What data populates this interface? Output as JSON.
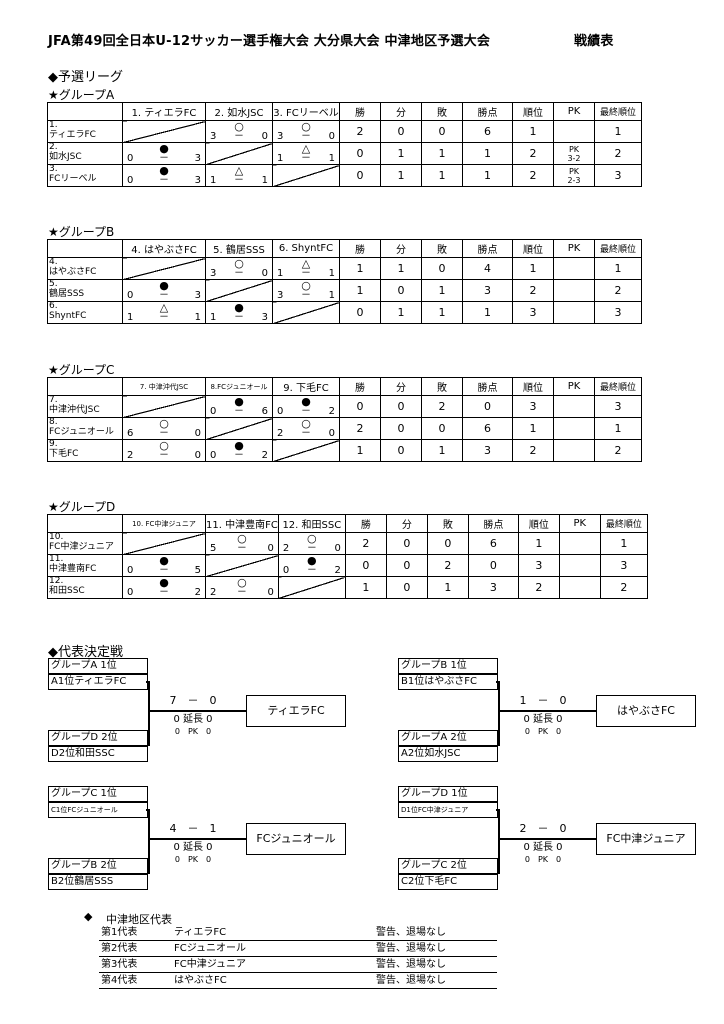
{
  "title": "JFA第49回全日本U-12サッカー選手権大会 大分県大会 中津地区予選大会",
  "title_right": "戦績表",
  "prelim_label": "◆予選リーグ",
  "headers": {
    "win": "勝",
    "draw": "分",
    "loss": "敗",
    "points": "勝点",
    "rank": "順位",
    "pk": "PK",
    "final": "最終順位"
  },
  "groups": [
    {
      "name": "★グループA",
      "cols": [
        "1. ティエラFC",
        "2. 如水JSC",
        "3. FCリーベル"
      ],
      "rows": [
        {
          "no": "1.",
          "team": "ティエラFC",
          "cells": [
            null,
            {
              "s": "○",
              "a": "3",
              "b": "0"
            },
            {
              "s": "○",
              "a": "3",
              "b": "0"
            }
          ],
          "stats": [
            "2",
            "0",
            "0",
            "6",
            "1",
            "",
            "1"
          ]
        },
        {
          "no": "2.",
          "team": "如水JSC",
          "cells": [
            {
              "s": "●",
              "a": "0",
              "b": "3"
            },
            null,
            {
              "s": "△",
              "a": "1",
              "b": "1"
            }
          ],
          "stats": [
            "0",
            "1",
            "1",
            "1",
            "2",
            "PK|3-2",
            "2"
          ]
        },
        {
          "no": "3.",
          "team": "FCリーベル",
          "cells": [
            {
              "s": "●",
              "a": "0",
              "b": "3"
            },
            {
              "s": "△",
              "a": "1",
              "b": "1"
            },
            null
          ],
          "stats": [
            "0",
            "1",
            "1",
            "1",
            "2",
            "PK|2-3",
            "3"
          ]
        }
      ]
    },
    {
      "name": "★グループB",
      "cols": [
        "4. はやぶさFC",
        "5. 鶴居SSS",
        "6. ShyntFC"
      ],
      "rows": [
        {
          "no": "4.",
          "team": "はやぶさFC",
          "cells": [
            null,
            {
              "s": "○",
              "a": "3",
              "b": "0"
            },
            {
              "s": "△",
              "a": "1",
              "b": "1"
            }
          ],
          "stats": [
            "1",
            "1",
            "0",
            "4",
            "1",
            "",
            "1"
          ]
        },
        {
          "no": "5.",
          "team": "鶴居SSS",
          "cells": [
            {
              "s": "●",
              "a": "0",
              "b": "3"
            },
            null,
            {
              "s": "○",
              "a": "3",
              "b": "1"
            }
          ],
          "stats": [
            "1",
            "0",
            "1",
            "3",
            "2",
            "",
            "2"
          ]
        },
        {
          "no": "6.",
          "team": "ShyntFC",
          "cells": [
            {
              "s": "△",
              "a": "1",
              "b": "1"
            },
            {
              "s": "●",
              "a": "1",
              "b": "3"
            },
            null
          ],
          "stats": [
            "0",
            "1",
            "1",
            "1",
            "3",
            "",
            "3"
          ]
        }
      ]
    },
    {
      "name": "★グループC",
      "cols": [
        "7. 中津沖代JSC",
        "8.FCジュニオール",
        "9. 下毛FC"
      ],
      "small": [
        true,
        true,
        false
      ],
      "rows": [
        {
          "no": "7.",
          "team": "中津沖代JSC",
          "cells": [
            null,
            {
              "s": "●",
              "a": "0",
              "b": "6"
            },
            {
              "s": "●",
              "a": "0",
              "b": "2"
            }
          ],
          "stats": [
            "0",
            "0",
            "2",
            "0",
            "3",
            "",
            "3"
          ]
        },
        {
          "no": "8.",
          "team": "FCジュニオール",
          "cells": [
            {
              "s": "○",
              "a": "6",
              "b": "0"
            },
            null,
            {
              "s": "○",
              "a": "2",
              "b": "0"
            }
          ],
          "stats": [
            "2",
            "0",
            "0",
            "6",
            "1",
            "",
            "1"
          ]
        },
        {
          "no": "9.",
          "team": "下毛FC",
          "cells": [
            {
              "s": "○",
              "a": "2",
              "b": "0"
            },
            {
              "s": "●",
              "a": "0",
              "b": "2"
            },
            null
          ],
          "stats": [
            "1",
            "0",
            "1",
            "3",
            "2",
            "",
            "2"
          ]
        }
      ]
    },
    {
      "name": "★グループD",
      "cols": [
        "10. FC中津ジュニア",
        "11. 中津豊南FC",
        "12. 和田SSC"
      ],
      "small": [
        true,
        false,
        false
      ],
      "rows": [
        {
          "no": "10.",
          "team": "FC中津ジュニア",
          "cells": [
            null,
            {
              "s": "○",
              "a": "5",
              "b": "0"
            },
            {
              "s": "○",
              "a": "2",
              "b": "0"
            }
          ],
          "stats": [
            "2",
            "0",
            "0",
            "6",
            "1",
            "",
            "1"
          ]
        },
        {
          "no": "11.",
          "team": "中津豊南FC",
          "cells": [
            {
              "s": "●",
              "a": "0",
              "b": "5"
            },
            null,
            {
              "s": "●",
              "a": "0",
              "b": "2"
            }
          ],
          "stats": [
            "0",
            "0",
            "2",
            "0",
            "3",
            "",
            "3"
          ]
        },
        {
          "no": "12.",
          "team": "和田SSC",
          "cells": [
            {
              "s": "●",
              "a": "0",
              "b": "2"
            },
            {
              "s": "○",
              "a": "2",
              "b": "0"
            },
            null
          ],
          "stats": [
            "1",
            "0",
            "1",
            "3",
            "2",
            "",
            "2"
          ]
        }
      ]
    }
  ],
  "playoff_label": "◆代表決定戦",
  "playoffs": [
    {
      "top_group": "グループA 1位",
      "top_team": "A1位ティエラFC",
      "bottom_group": "グループD 2位",
      "bottom_team": "D2位和田SSC",
      "score": "7　－　0",
      "extra": "0 延長 0",
      "pk": "0　PK　0",
      "winner": "ティエラFC"
    },
    {
      "top_group": "グループB 1位",
      "top_team": "B1位はやぶさFC",
      "bottom_group": "グループA 2位",
      "bottom_team": "A2位如水JSC",
      "score": "1　－　0",
      "extra": "0 延長 0",
      "pk": "0　PK　0",
      "winner": "はやぶさFC"
    },
    {
      "top_group": "グループC 1位",
      "top_team": "C1位FCジュニオール",
      "bottom_group": "グループB 2位",
      "bottom_team": "B2位鶴居SSS",
      "score": "4　－　1",
      "extra": "0 延長 0",
      "pk": "0　PK　0",
      "winner": "FCジュニオール"
    },
    {
      "top_group": "グループD 1位",
      "top_team": "D1位FC中津ジュニア",
      "bottom_group": "グループC 2位",
      "bottom_team": "C2位下毛FC",
      "score": "2　－　0",
      "extra": "0 延長 0",
      "pk": "0　PK　0",
      "winner": "FC中津ジュニア"
    }
  ],
  "reps_label": "中津地区代表",
  "reps": [
    {
      "rank": "第1代表",
      "team": "ティエラFC",
      "note": "警告、退場なし"
    },
    {
      "rank": "第2代表",
      "team": "FCジュニオール",
      "note": "警告、退場なし"
    },
    {
      "rank": "第3代表",
      "team": "FC中津ジュニア",
      "note": "警告、退場なし"
    },
    {
      "rank": "第4代表",
      "team": "はやぶさFC",
      "note": "警告、退場なし"
    }
  ]
}
